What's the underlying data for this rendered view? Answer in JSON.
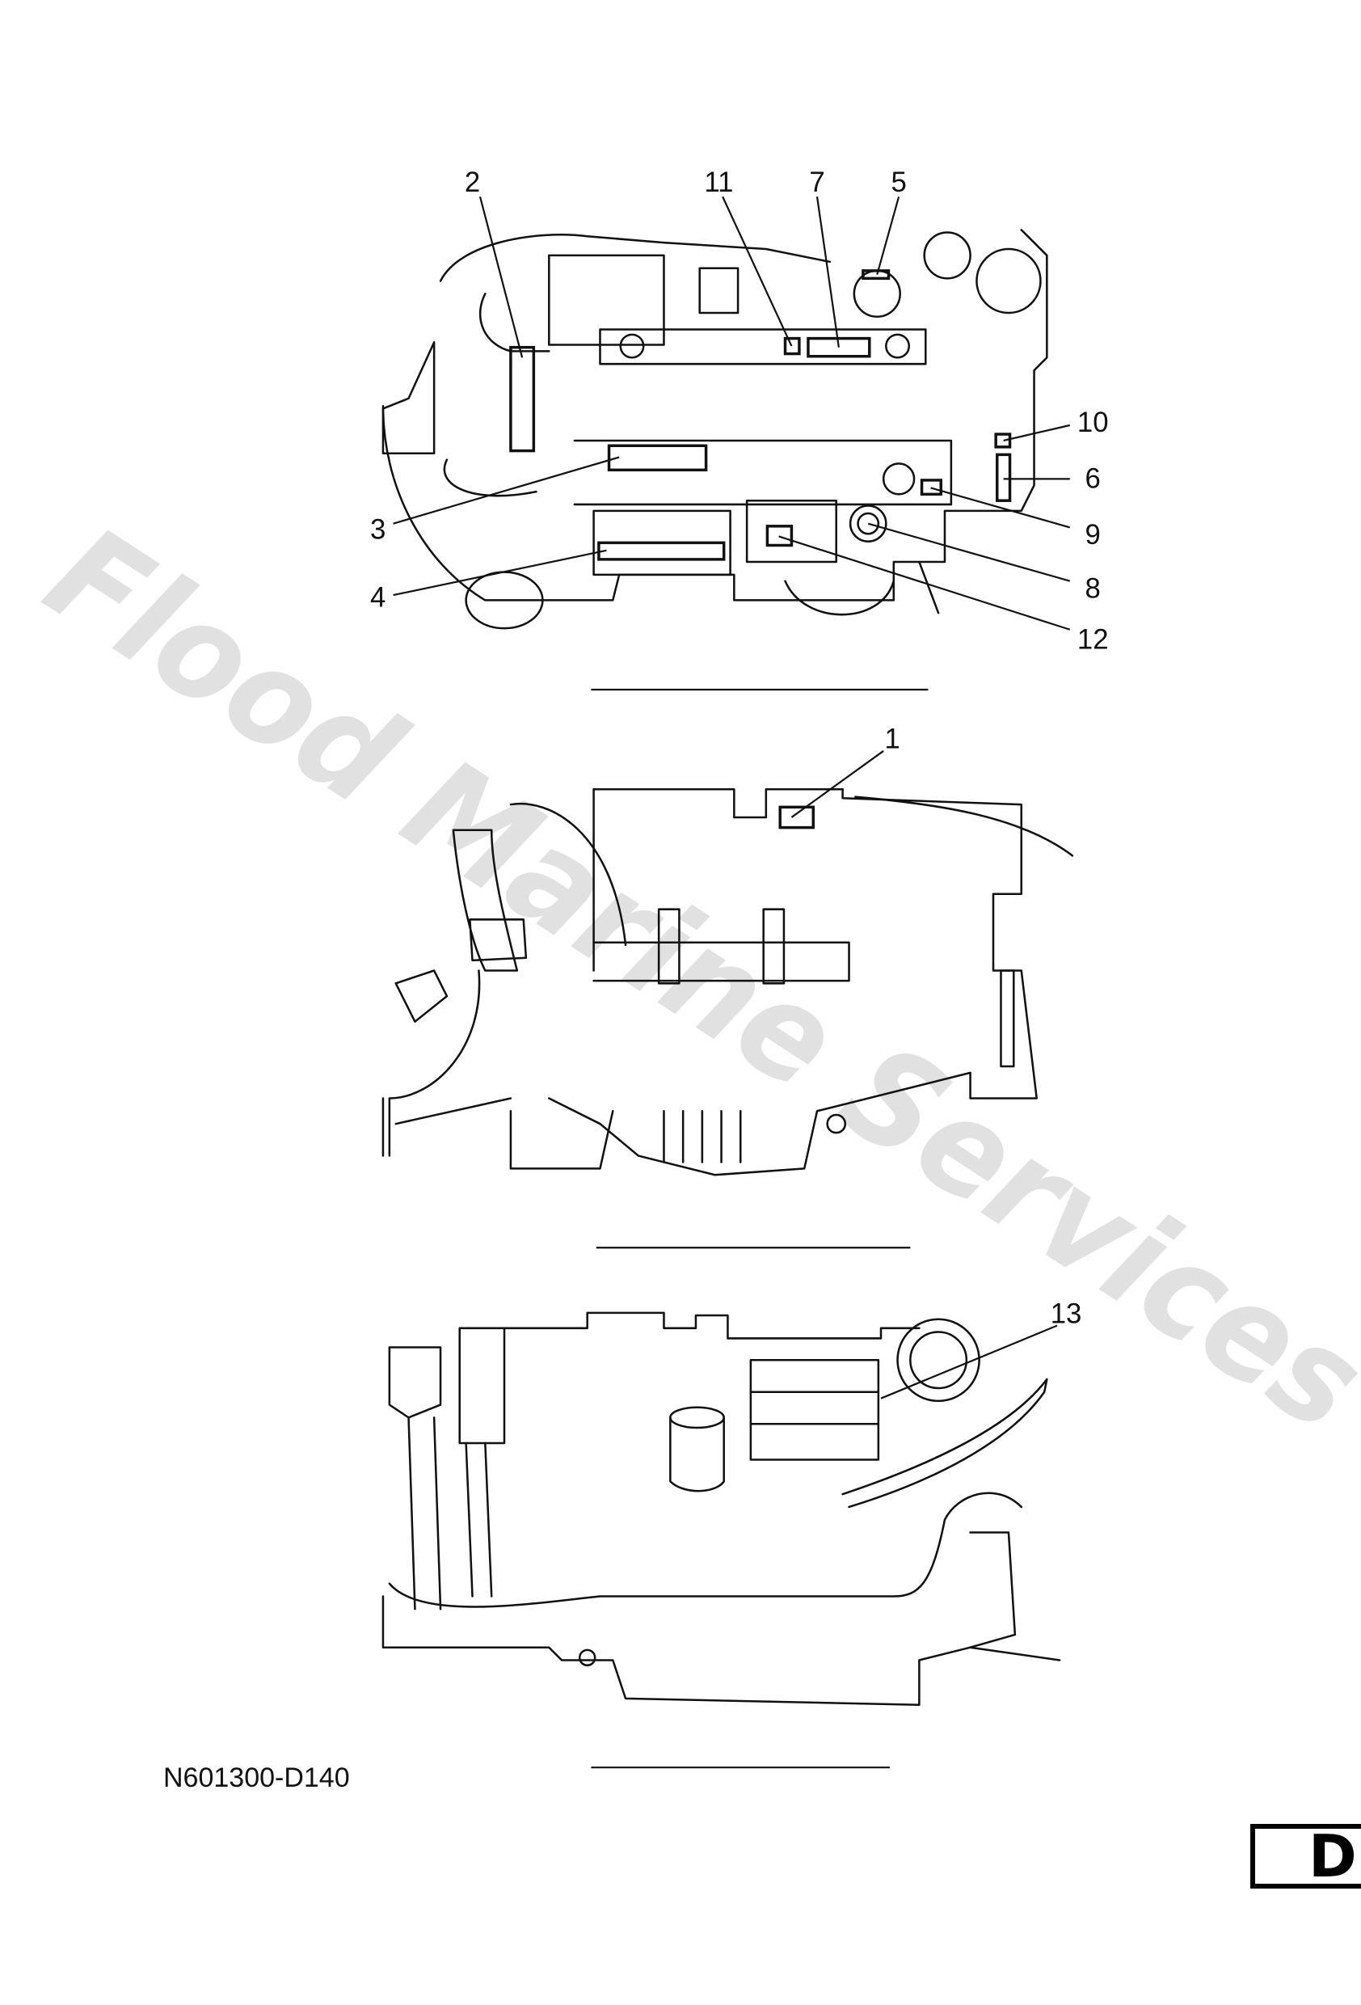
{
  "watermark": "Flood Marine Services",
  "drawing_code": "N601300-D140",
  "section_tab": "D",
  "views": {
    "top": {
      "callouts": [
        "2",
        "11",
        "7",
        "5",
        "10",
        "6",
        "9",
        "8",
        "12",
        "3",
        "4"
      ]
    },
    "side": {
      "callouts": [
        "1"
      ]
    },
    "rear": {
      "callouts": [
        "13"
      ]
    }
  }
}
